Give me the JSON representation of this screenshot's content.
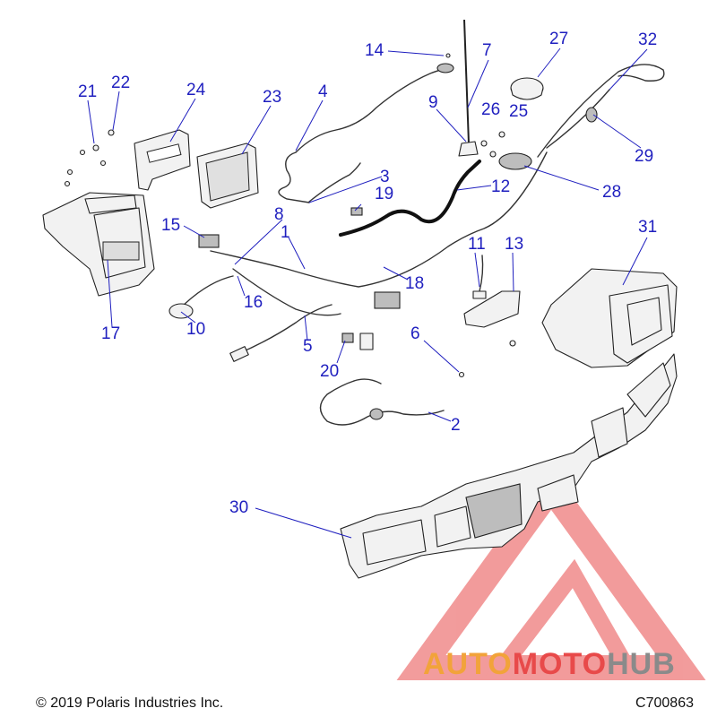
{
  "diagram": {
    "callouts": [
      {
        "id": "c1",
        "label": "1"
      },
      {
        "id": "c2",
        "label": "2"
      },
      {
        "id": "c3",
        "label": "3"
      },
      {
        "id": "c4",
        "label": "4"
      },
      {
        "id": "c5",
        "label": "5"
      },
      {
        "id": "c6",
        "label": "6"
      },
      {
        "id": "c7",
        "label": "7"
      },
      {
        "id": "c8",
        "label": "8"
      },
      {
        "id": "c9",
        "label": "9"
      },
      {
        "id": "c10",
        "label": "10"
      },
      {
        "id": "c11",
        "label": "11"
      },
      {
        "id": "c12",
        "label": "12"
      },
      {
        "id": "c13",
        "label": "13"
      },
      {
        "id": "c14",
        "label": "14"
      },
      {
        "id": "c15",
        "label": "15"
      },
      {
        "id": "c16",
        "label": "16"
      },
      {
        "id": "c17",
        "label": "17"
      },
      {
        "id": "c18",
        "label": "18"
      },
      {
        "id": "c19",
        "label": "19"
      },
      {
        "id": "c20",
        "label": "20"
      },
      {
        "id": "c21",
        "label": "21"
      },
      {
        "id": "c22",
        "label": "22"
      },
      {
        "id": "c23",
        "label": "23"
      },
      {
        "id": "c24",
        "label": "24"
      },
      {
        "id": "c25",
        "label": "25"
      },
      {
        "id": "c26",
        "label": "26"
      },
      {
        "id": "c27",
        "label": "27"
      },
      {
        "id": "c28",
        "label": "28"
      },
      {
        "id": "c29",
        "label": "29"
      },
      {
        "id": "c30",
        "label": "30"
      },
      {
        "id": "c31",
        "label": "31"
      },
      {
        "id": "c32",
        "label": "32"
      }
    ],
    "colors": {
      "callout_text": "#1f1fbf",
      "leader_line": "#1f1fbf",
      "part_outline": "#222222",
      "watermark_red": "#e84a4a",
      "watermark_orange": "#f2a33a",
      "watermark_gray": "#8a8a8a"
    }
  },
  "watermark": {
    "part1": "AUTO",
    "part2": "MOTO",
    "part3": "HUB"
  },
  "footer": {
    "copyright": "© 2019 Polaris Industries Inc.",
    "code": "C700863"
  }
}
